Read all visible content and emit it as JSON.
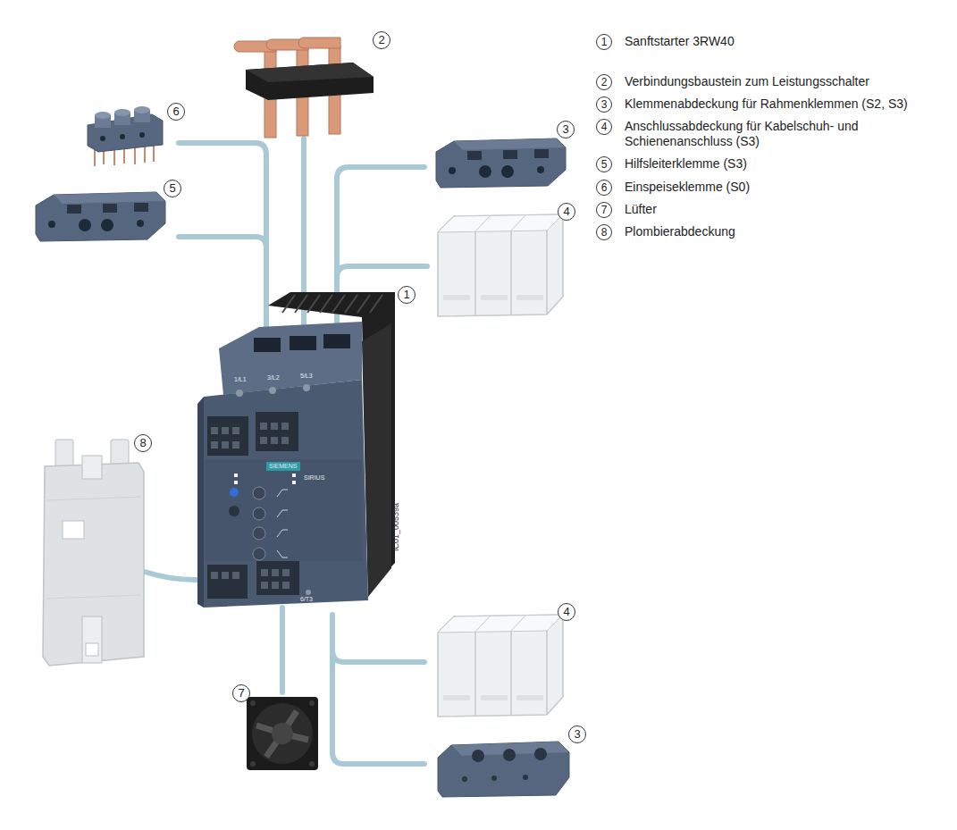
{
  "diagram": {
    "labels": [
      "1",
      "Sanftstarter 3RW40",
      "2",
      "Verbindungsbaustein zum Leistungsschalter",
      "3",
      "Klemmenabdeckung für Rahmenklemmen (S2, S3)",
      "4",
      "Anschlussabdeckung für Kabelschuh- und Schienenanschluss (S3)",
      "5",
      "Hilfsleiterklemme (S3)",
      "6",
      "Einspeiseklemme (S0)",
      "7",
      "Lüfter",
      "8",
      "Plombierabdeckung",
      "2",
      "6",
      "3",
      "5",
      "4",
      "1",
      "8",
      "4",
      "7",
      "3",
      "1/L1",
      "3/L2",
      "5/L3",
      "SIEMENS",
      "SIRIUS",
      "6/T3",
      "IC01_00539a"
    ]
  }
}
